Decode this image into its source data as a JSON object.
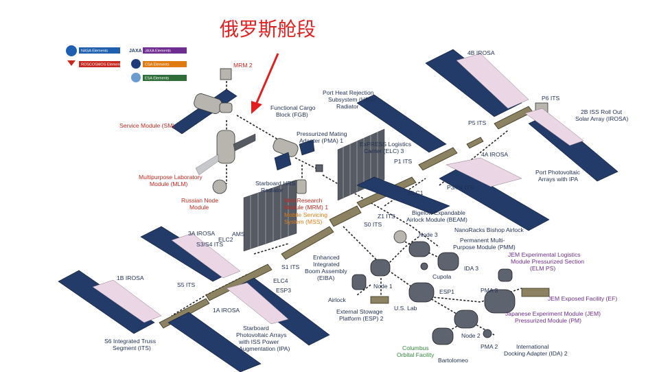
{
  "title": "俄罗斯舱段",
  "legend": [
    {
      "label": "NASA Elements",
      "color": "#1f5fb0",
      "icon": "nasa-logo"
    },
    {
      "label": "ROSCOSMOS Elements",
      "color": "#c8281f",
      "icon": "roscosmos-logo"
    },
    {
      "label": "JAXA Elements",
      "color": "#6f2d91",
      "icon": "jaxa-logo"
    },
    {
      "label": "CSA Elements",
      "color": "#e07b12",
      "icon": "csa-logo"
    },
    {
      "label": "ESA Elements",
      "color": "#2f6e3a",
      "icon": "esa-logo"
    }
  ],
  "labels": {
    "mrm2": "MRM 2",
    "service_module_sm": "Service Module (SM)",
    "mlm_1": "Multipurpose Laboratory",
    "mlm_2": "Module (MLM)",
    "russian_node_1": "Russian Node",
    "russian_node_2": "Module",
    "fgb_1": "Functional Cargo",
    "fgb_2": "Block (FGB)",
    "pma1_1": "Pressurized Mating",
    "pma1_2": "Adapter (PMA) 1",
    "port_hrs_1": "Port Heat Rejection",
    "port_hrs_2": "Subsystem (HRS)",
    "port_hrs_3": "Radiator",
    "elc3_1": "ExPRESS Logistics",
    "elc3_2": "Carrier (ELC) 3",
    "p1_its": "P1 ITS",
    "p3p4_its": "P3/P4 ITS",
    "elc1": "ELC1",
    "p5_its": "P5 ITS",
    "p6_its": "P6 ITS",
    "4b_irosa": "4B IROSA",
    "4a_irosa": "4A IROSA",
    "2b_irosa_1": "2B ISS Roll Out",
    "2b_irosa_2": "Solar Array (IROSA)",
    "port_pv_1": "Port Photovoltaic",
    "port_pv_2": "Arrays with IPA",
    "stbd_hrs_1": "Starboard HRS",
    "stbd_hrs_2": "Radiator",
    "mrm1_1": "Mini-Research",
    "mrm1_2": "Module (MRM) 1",
    "mss_1": "Mobile Servicing",
    "mss_2": "System (MSS)",
    "s0_its": "S0 ITS",
    "z1_its": "Z1 ITS",
    "beam_1": "Bigelow Expandable",
    "beam_2": "Airlock Module (BEAM)",
    "nanoracks": "NanoRacks Bishop Airlock",
    "node3": "Node 3",
    "pmm_1": "Permanent Multi-",
    "pmm_2": "Purpose Module (PMM)",
    "ida3": "IDA 3",
    "cupola": "Cupola",
    "jem_elm_1": "JEM Experimental Logistics",
    "jem_elm_2": "Module Pressurized Section",
    "jem_elm_3": "(ELM PS)",
    "pma3": "PMA 3",
    "jem_ef": "JEM Exposed Facility (EF)",
    "jem_pm_1": "Japanese Experiment Module (JEM)",
    "jem_pm_2": "Pressurized Module (PM)",
    "esp1": "ESP1",
    "node1": "Node 1",
    "us_lab": "U.S. Lab",
    "node2": "Node 2",
    "pma2": "PMA 2",
    "ida2_1": "International",
    "ida2_2": "Docking Adapter (IDA) 2",
    "columbus_1": "Columbus",
    "columbus_2": "Orbital Facility",
    "bartolomeo": "Bartolomeo",
    "airlock": "Airlock",
    "esp2_1": "External Stowage",
    "esp2_2": "Platform (ESP) 2",
    "eiba_1": "Enhanced",
    "eiba_2": "Integrated",
    "eiba_3": "Boom Assembly",
    "eiba_4": "(EIBA)",
    "s1_its": "S1 ITS",
    "3a_irosa": "3A IROSA",
    "s3s4_its": "S3/S4 ITS",
    "elc2": "ELC2",
    "ams": "AMS",
    "elc4": "ELC4",
    "esp3": "ESP3",
    "s5_its": "S5 ITS",
    "1b_irosa": "1B IROSA",
    "1a_irosa": "1A IROSA",
    "s6_its_1": "S6 Integrated Truss",
    "s6_its_2": "Segment (ITS)",
    "stbd_pv_1": "Starboard",
    "stbd_pv_2": "Photovoltaic Arrays",
    "stbd_pv_3": "with ISS Power",
    "stbd_pv_4": "Augmentation (IPA)"
  }
}
